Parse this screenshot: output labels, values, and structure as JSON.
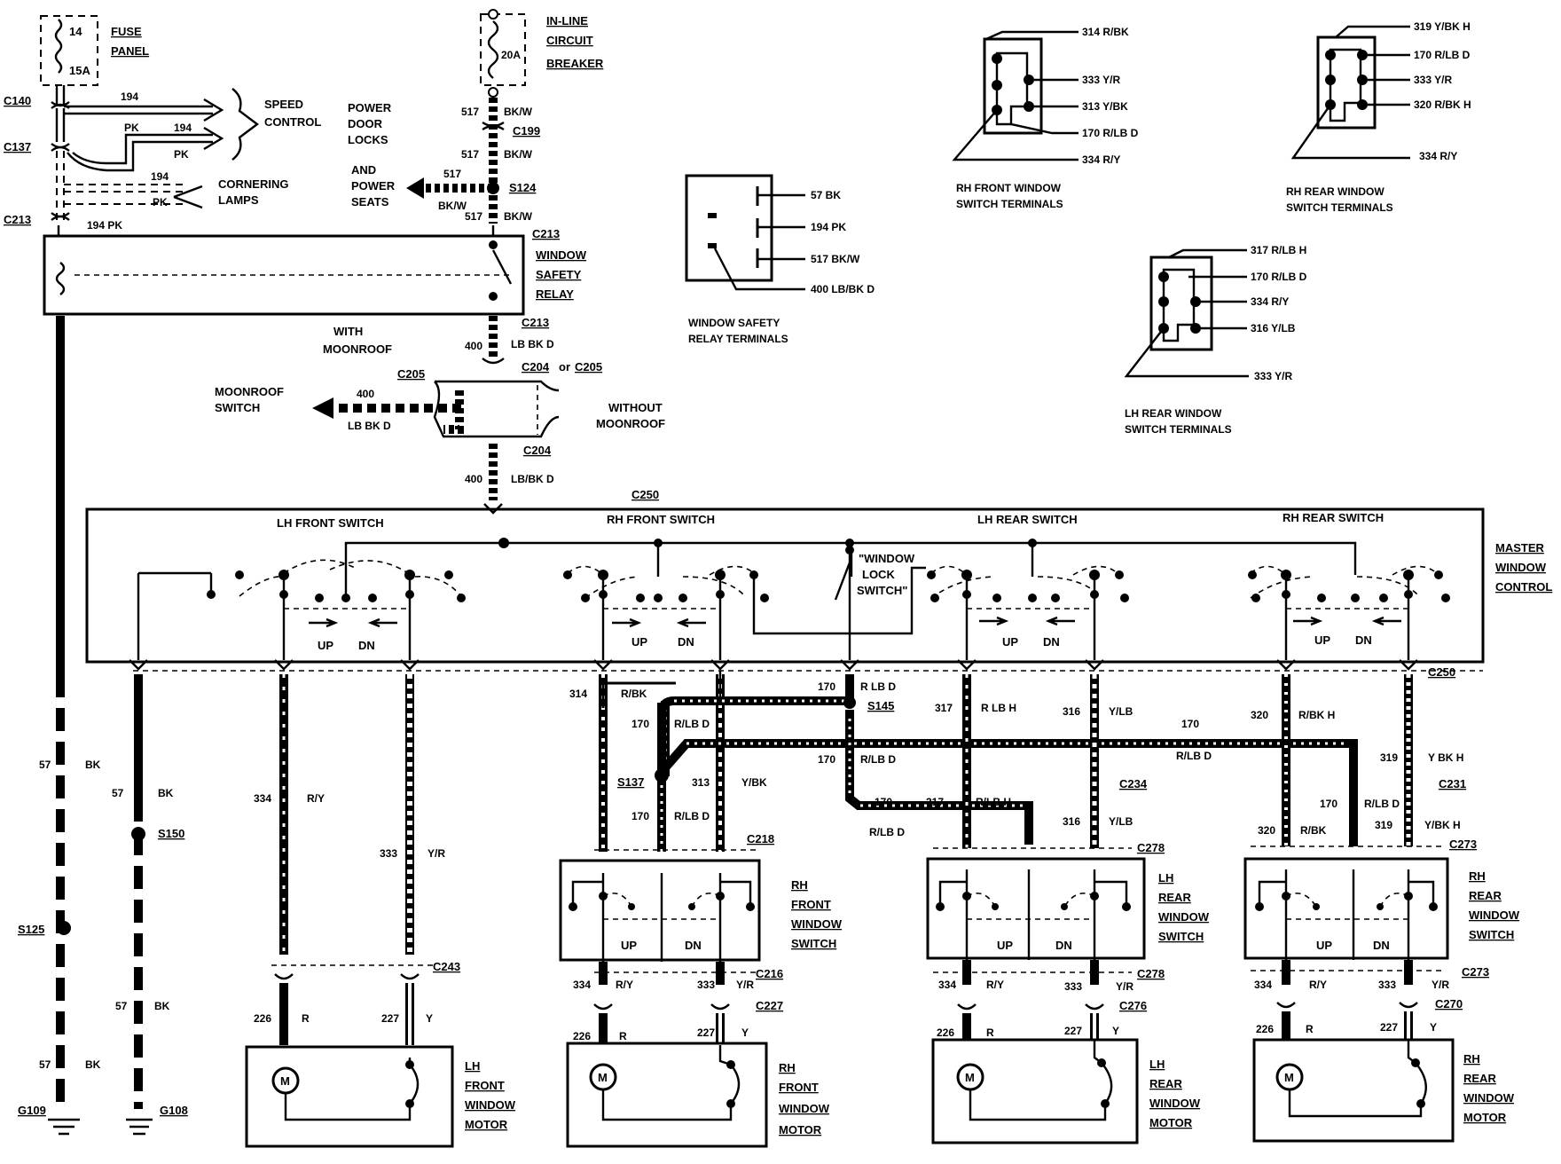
{
  "fuse": {
    "title_1": "FUSE",
    "title_2": "PANEL",
    "num": "14",
    "amp": "15A"
  },
  "breaker": {
    "title_1": "IN-LINE",
    "title_2": "CIRCUIT",
    "title_3": "BREAKER",
    "amp": "20A"
  },
  "connectors": {
    "c140": "C140",
    "c137": "C137",
    "c213_left": "C213",
    "c199": "C199",
    "s124": "S124",
    "c213": "C213",
    "c213b": "C213",
    "c204_or": "C204",
    "or": "or",
    "c205_or": "C205",
    "c205": "C205",
    "c204": "C204",
    "c250_top": "C250",
    "c250": "C250",
    "s145": "S145",
    "s137": "S137",
    "s150": "S150",
    "s125": "S125",
    "g109": "G109",
    "g108": "G108",
    "c234": "C234",
    "c231": "C231",
    "c218": "C218",
    "c278": "C278",
    "c273": "C273",
    "c243": "C243",
    "c216": "C216",
    "c227": "C227",
    "c278b": "C278",
    "c276": "C276",
    "c273b": "C273",
    "c270": "C270"
  },
  "labels": {
    "speed_1": "SPEED",
    "speed_2": "CONTROL",
    "pdl_1": "POWER",
    "pdl_2": "DOOR",
    "pdl_3": "LOCKS",
    "ps_1": "AND",
    "ps_2": "POWER",
    "ps_3": "SEATS",
    "corner_1": "CORNERING",
    "corner_2": "LAMPS",
    "relay_1": "WINDOW",
    "relay_2": "SAFETY",
    "relay_3": "RELAY",
    "with_moon_1": "WITH",
    "with_moon_2": "MOONROOF",
    "moon_sw_1": "MOONROOF",
    "moon_sw_2": "SWITCH",
    "without_1": "WITHOUT",
    "without_2": "MOONROOF",
    "lhfs": "LH FRONT SWITCH",
    "rhfs": "RH FRONT SWITCH",
    "lhrs": "LH REAR SWITCH",
    "rhrs": "RH REAR SWITCH",
    "master_1": "MASTER",
    "master_2": "WINDOW",
    "master_3": "CONTROL",
    "lock_1": "\"WINDOW",
    "lock_2": "LOCK",
    "lock_3": "SWITCH\"",
    "up": "UP",
    "dn": "DN",
    "m": "M",
    "rhfws_1": "RH",
    "rhfws_2": "FRONT",
    "rhfws_3": "WINDOW",
    "rhfws_4": "SWITCH",
    "lhrws_1": "LH",
    "lhrws_2": "REAR",
    "lhrws_3": "WINDOW",
    "lhrws_4": "SWITCH",
    "rhrws_1": "RH",
    "rhrws_2": "REAR",
    "rhrws_3": "WINDOW",
    "rhrws_4": "SWITCH",
    "lhfm_1": "LH",
    "lhfm_2": "FRONT",
    "lhfm_3": "WINDOW",
    "lhfm_4": "MOTOR",
    "rhfm_1": "RH",
    "rhfm_2": "FRONT",
    "rhfm_3": "WINDOW",
    "rhfm_4": "MOTOR",
    "lhrm_1": "LH",
    "lhrm_2": "REAR",
    "lhrm_3": "WINDOW",
    "lhrm_4": "MOTOR",
    "rhrm_1": "RH",
    "rhrm_2": "REAR",
    "rhrm_3": "WINDOW",
    "rhrm_4": "MOTOR",
    "wsrt_1": "WINDOW SAFETY",
    "wsrt_2": "RELAY TERMINALS",
    "rhfwt_1": "RH FRONT WINDOW",
    "rhfwt_2": "SWITCH TERMINALS",
    "rhrwt_1": "RH REAR WINDOW",
    "rhrwt_2": "SWITCH TERMINALS",
    "lhrwt_1": "LH REAR WINDOW",
    "lhrwt_2": "SWITCH TERMINALS"
  },
  "wires": {
    "w194a": "194",
    "pk_a": "PK",
    "w194b": "194",
    "pk_b": "PK",
    "w194c": "194",
    "pk_c": "PK",
    "w194pk": "194 PK",
    "w517a": "517",
    "bkw_a": "BK/W",
    "w517b": "517",
    "bkw_b": "BK/W",
    "w517c": "517",
    "bkw_c": "BK/W",
    "w517d": "517",
    "bkw_d": "BK/W",
    "w400a": "400",
    "lbbkd_a": "LB BK D",
    "w400b": "400",
    "lbbkd_b": "LB BK D",
    "w400c": "400",
    "lbbkd_c": "LB/BK D",
    "w57a": "57",
    "bk_a": "BK",
    "w57b": "57",
    "bk_b": "BK",
    "w57c": "57",
    "bk_c": "BK",
    "w57d": "57",
    "bk_d": "BK",
    "w334a": "334",
    "ry_a": "R/Y",
    "w333a": "333",
    "yr_a": "Y/R",
    "w314": "314",
    "rbk": "R/BK",
    "w170a": "170",
    "rlbd_a": "R/LB D",
    "w170b": "170",
    "rlbd_b": "R/LB D",
    "w313": "313",
    "ybk": "Y/BK",
    "w170c": "170",
    "rlbd_c": "R LB D",
    "w170d": "170",
    "rlbd_d": "R/LB D",
    "w170e": "170",
    "w317a": "317",
    "rlbh_a": "R/LB H",
    "rlbd_e": "R/LB D",
    "w317b": "317",
    "rlbh_b": "R LB H",
    "w316a": "316",
    "ylb_a": "Y/LB",
    "w316b": "316",
    "ylb_b": "Y/LB",
    "w170f": "170",
    "rlbd_f": "R/LB D",
    "w320a": "320",
    "rbkh_a": "R/BK H",
    "w319a": "319",
    "ybkh_a": "Y BK H",
    "w320b": "320",
    "rbk_b": "R/BK",
    "w170g": "170",
    "rlbd_g": "R/LB D",
    "w319b": "319",
    "ybkh_b": "Y/BK H",
    "w334b": "334",
    "ry_b": "R/Y",
    "w333b": "333",
    "yr_b": "Y/R",
    "w334c": "334",
    "ry_c": "R/Y",
    "w333c": "333",
    "yr_c": "Y/R",
    "w334d": "334",
    "ry_d": "R/Y",
    "w333d": "333",
    "yr_d": "Y/R",
    "w226a": "226",
    "r_a": "R",
    "w227a": "227",
    "y_a": "Y",
    "w226b": "226",
    "r_b": "R",
    "w227b": "227",
    "y_b": "Y",
    "w226c": "226",
    "r_c": "R",
    "w227c": "227",
    "y_c": "Y",
    "w226d": "226",
    "r_d": "R",
    "w227d": "227",
    "y_d": "Y"
  },
  "terminals": {
    "relay": [
      "57 BK",
      "194 PK",
      "517 BK/W",
      "400 LB/BK D"
    ],
    "rhfront": [
      "314 R/BK",
      "333 Y/R",
      "313 Y/BK",
      "170 R/LB D",
      "334 R/Y"
    ],
    "rhrear": [
      "319 Y/BK H",
      "170 R/LB D",
      "333 Y/R",
      "320 R/BK H",
      "334 R/Y"
    ],
    "lhrear": [
      "317 R/LB H",
      "170 R/LB D",
      "334 R/Y",
      "316 Y/LB",
      "333 Y/R"
    ]
  }
}
